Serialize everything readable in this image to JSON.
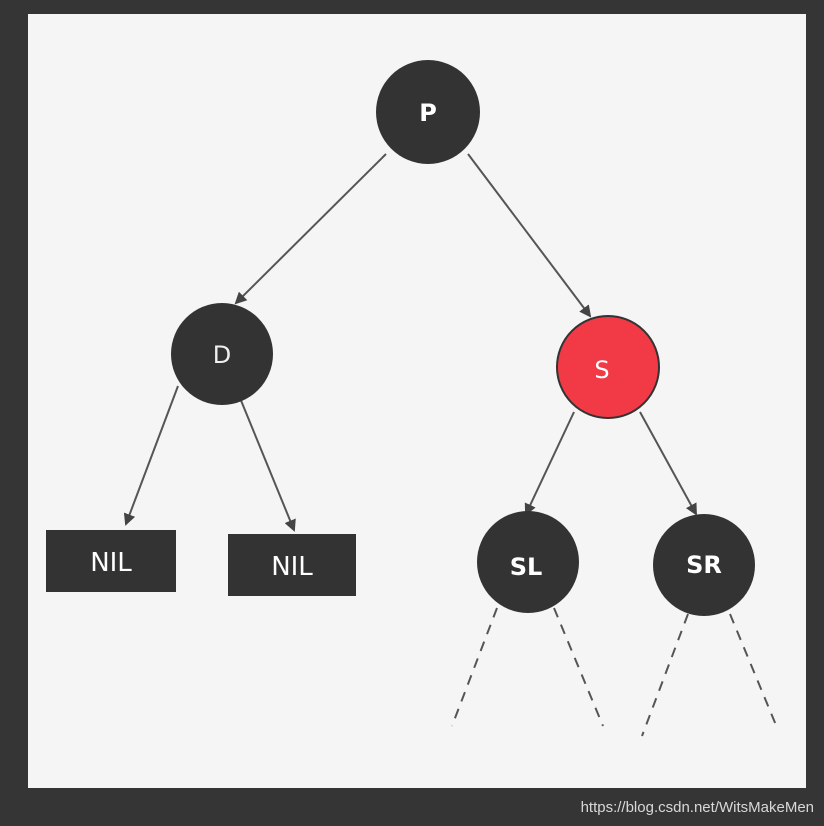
{
  "colors": {
    "black_node": "#333333",
    "red_node": "#f23a46",
    "edge": "#555555",
    "label_on_dark": "#ffffff"
  },
  "nodes": {
    "p": {
      "label": "P",
      "color": "black"
    },
    "d": {
      "label": "D",
      "color": "black"
    },
    "s": {
      "label": "S",
      "color": "red"
    },
    "sl": {
      "label": "SL",
      "color": "black"
    },
    "sr": {
      "label": "SR",
      "color": "black"
    },
    "nil_left": {
      "label": "NIL",
      "color": "black"
    },
    "nil_right": {
      "label": "NIL",
      "color": "black"
    }
  },
  "edges": [
    {
      "from": "P",
      "to": "D",
      "style": "solid-arrow"
    },
    {
      "from": "P",
      "to": "S",
      "style": "solid-arrow"
    },
    {
      "from": "D",
      "to": "NIL",
      "style": "solid-arrow"
    },
    {
      "from": "D",
      "to": "NIL",
      "style": "solid-arrow"
    },
    {
      "from": "S",
      "to": "SL",
      "style": "solid-arrow"
    },
    {
      "from": "S",
      "to": "SR",
      "style": "solid-arrow"
    },
    {
      "from": "SL",
      "to": "",
      "style": "dashed"
    },
    {
      "from": "SR",
      "to": "",
      "style": "dashed"
    }
  ],
  "watermark": "https://blog.csdn.net/WitsMakeMen"
}
